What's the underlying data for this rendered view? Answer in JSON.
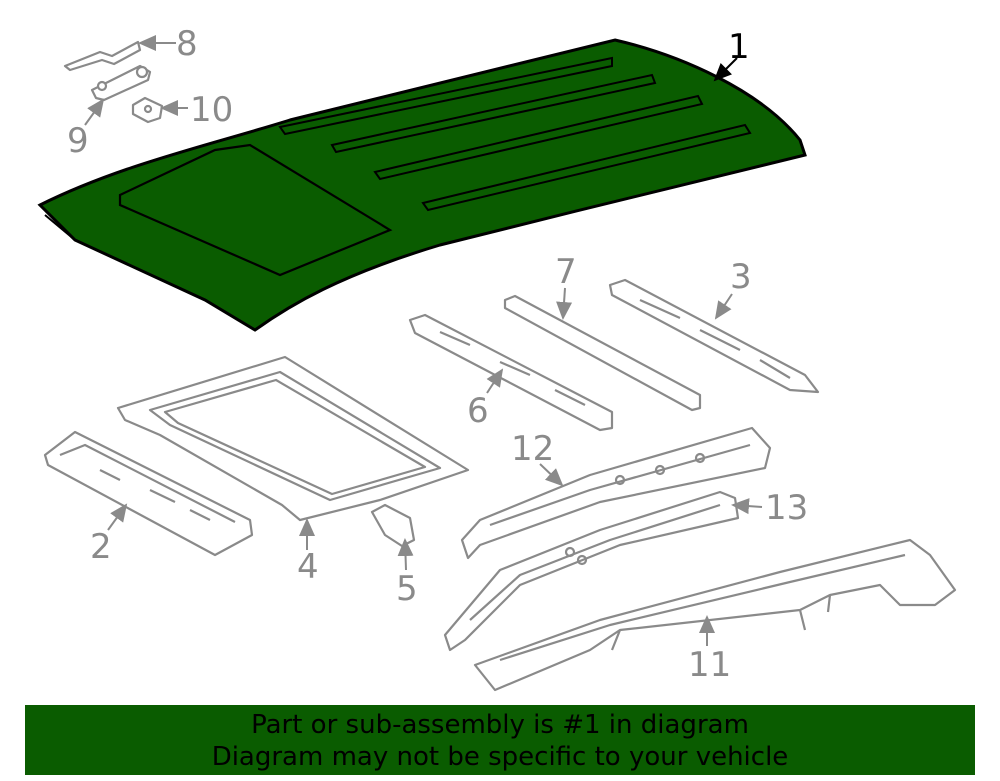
{
  "diagram": {
    "callouts": {
      "c1": "1",
      "c2": "2",
      "c3": "3",
      "c4": "4",
      "c5": "5",
      "c6": "6",
      "c7": "7",
      "c8": "8",
      "c9": "9",
      "c10": "10",
      "c11": "11",
      "c12": "12",
      "c13": "13"
    },
    "colors": {
      "highlight": "#0a5c00",
      "part_line": "#8a8a8a"
    }
  },
  "banner": {
    "line1": "Part or sub-assembly is #1 in diagram",
    "line2": "Diagram may not be specific to your vehicle"
  }
}
